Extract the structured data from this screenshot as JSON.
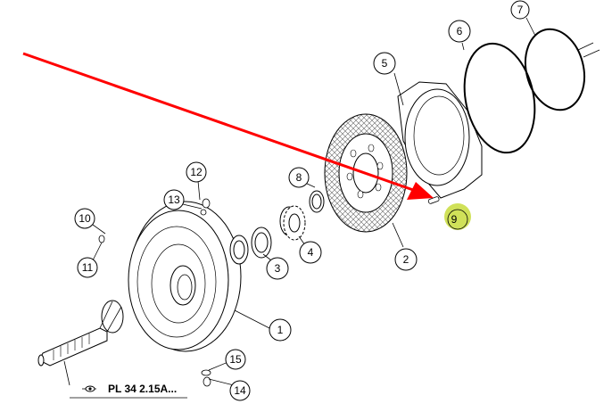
{
  "callouts": {
    "c1": "1",
    "c2": "2",
    "c3": "3",
    "c4": "4",
    "c5": "5",
    "c6": "6",
    "c7": "7",
    "c8": "8",
    "c9": "9",
    "c10": "10",
    "c11": "11",
    "c12": "12",
    "c13": "13",
    "c14": "14",
    "c15": "15"
  },
  "reference": {
    "label": "PL 34 2.15A..."
  },
  "colors": {
    "arrow": "#ff0000",
    "highlight": "#c8dc3c",
    "line": "#000000"
  }
}
